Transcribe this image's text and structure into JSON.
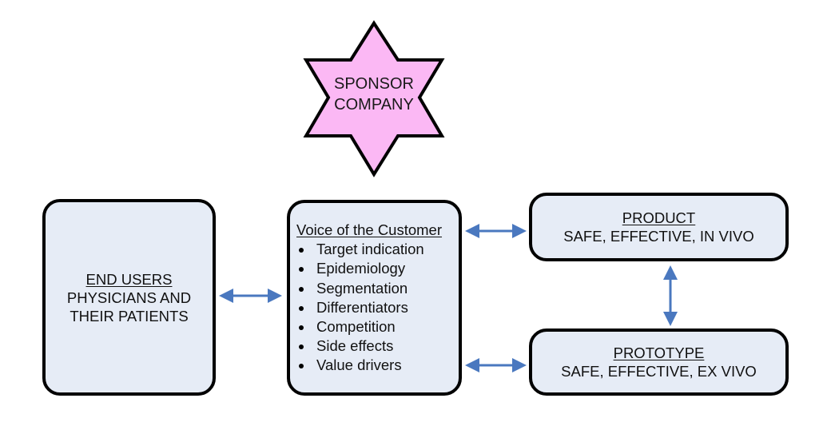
{
  "sponsor": {
    "line1": "SPONSOR",
    "line2": "COMPANY",
    "fill_color": "#fbb8f4"
  },
  "end_users": {
    "title": "END USERS",
    "line1": "PHYSICIANS AND",
    "line2": "THEIR PATIENTS"
  },
  "voice_of_customer": {
    "title": "Voice of the Customer",
    "items": [
      "Target indication",
      "Epidemiology",
      "Segmentation",
      "Differentiators",
      "Competition",
      "Side effects",
      "Value drivers"
    ]
  },
  "product": {
    "title": "PRODUCT",
    "subtitle": "SAFE, EFFECTIVE, IN VIVO"
  },
  "prototype": {
    "title": "PROTOTYPE",
    "subtitle": "SAFE, EFFECTIVE, EX VIVO"
  },
  "colors": {
    "box_fill": "#e6ecf6",
    "box_border": "#000000",
    "arrow": "#4a78bf"
  },
  "connectors": [
    {
      "from": "END USERS",
      "to": "Voice of the Customer",
      "direction": "bidirectional"
    },
    {
      "from": "Voice of the Customer",
      "to": "PRODUCT",
      "direction": "bidirectional"
    },
    {
      "from": "Voice of the Customer",
      "to": "PROTOTYPE",
      "direction": "bidirectional"
    },
    {
      "from": "PRODUCT",
      "to": "PROTOTYPE",
      "direction": "bidirectional"
    }
  ]
}
